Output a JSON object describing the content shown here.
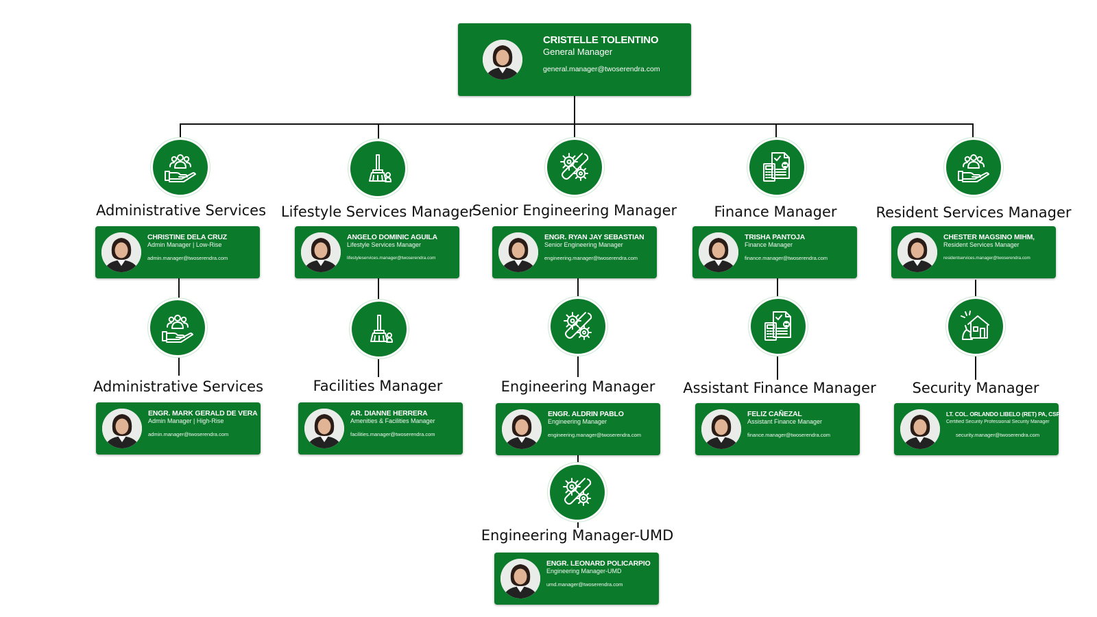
{
  "top": {
    "name": "CRISTELLE TOLENTINO",
    "role": "General Manager",
    "email": "general.manager@twoserendra.com"
  },
  "columns": [
    {
      "icon": "handshake-people-icon",
      "dept1": "Administrative Services",
      "manager1": {
        "name": "CHRISTINE DELA CRUZ",
        "role": "Admin Manager | Low-Rise",
        "email": "admin.manager@twoserendra.com"
      },
      "icon2": "handshake-people-icon",
      "dept2": "Administrative Services",
      "manager2": {
        "name": "ENGR. MARK GERALD DE VERA",
        "role": "Admin Manager | High-Rise",
        "email": "admin.manager@twoserendra.com"
      }
    },
    {
      "icon": "broom-cleaning-icon",
      "dept1": "Lifestyle Services Manager",
      "manager1": {
        "name": "ANGELO DOMINIC AGUILA",
        "role": "Lifestyle Services Manager",
        "email": "lifestyleservices.manager@twoserendra.com"
      },
      "icon2": "broom-cleaning-icon",
      "dept2": "Facilities Manager",
      "manager2": {
        "name": "AR. DIANNE HERRERA",
        "role": "Amenities & Facilities Manager",
        "email": "facilities.manager@twoserendra.com"
      }
    },
    {
      "icon": "gear-wrench-icon",
      "dept1": "Senior Engineering Manager",
      "manager1": {
        "name": "ENGR. RYAN JAY SEBASTIAN",
        "role": "Senior Engineering Manager",
        "email": "engineering.manager@twoserendra.com"
      },
      "icon2": "gear-wrench-icon",
      "dept2": "Engineering Manager",
      "manager2": {
        "name": "ENGR. ALDRIN PABLO",
        "role": "Engineering Manager",
        "email": "engineering.manager@twoserendra.com"
      },
      "icon3": "gear-wrench-icon",
      "dept3": "Engineering Manager-UMD",
      "manager3": {
        "name": "ENGR. LEONARD POLICARPIO",
        "role": "Engineering Manager-UMD",
        "email": "umd.manager@twoserendra.com"
      }
    },
    {
      "icon": "calculator-invoice-icon",
      "dept1": "Finance Manager",
      "manager1": {
        "name": "TRISHA PANTOJA",
        "role": "Finance Manager",
        "email": "finance.manager@twoserendra.com"
      },
      "icon2": "calculator-invoice-icon",
      "dept2": "Assistant Finance Manager",
      "manager2": {
        "name": "FELIZ CAÑEZAL",
        "role": "Assistant Finance Manager",
        "email": "finance.manager@twoserendra.com"
      }
    },
    {
      "icon": "handshake-people-icon",
      "dept1": "Resident Services Manager",
      "manager1": {
        "name": "CHESTER MAGSINO MIHM,",
        "role": "Resident Services Manager",
        "email": "residentservices.manager@twoserendra.com"
      },
      "icon2": "house-security-icon",
      "dept2": "Security Manager",
      "manager2": {
        "name": "LT. COL. ORLANDO LIBELO (RET) PA, CSP",
        "role": "Certified Security Professional Security Manager",
        "email": "security.manager@twoserendra.com"
      }
    }
  ],
  "colors": {
    "card_green": "#0b7a2a",
    "line": "#111111"
  }
}
